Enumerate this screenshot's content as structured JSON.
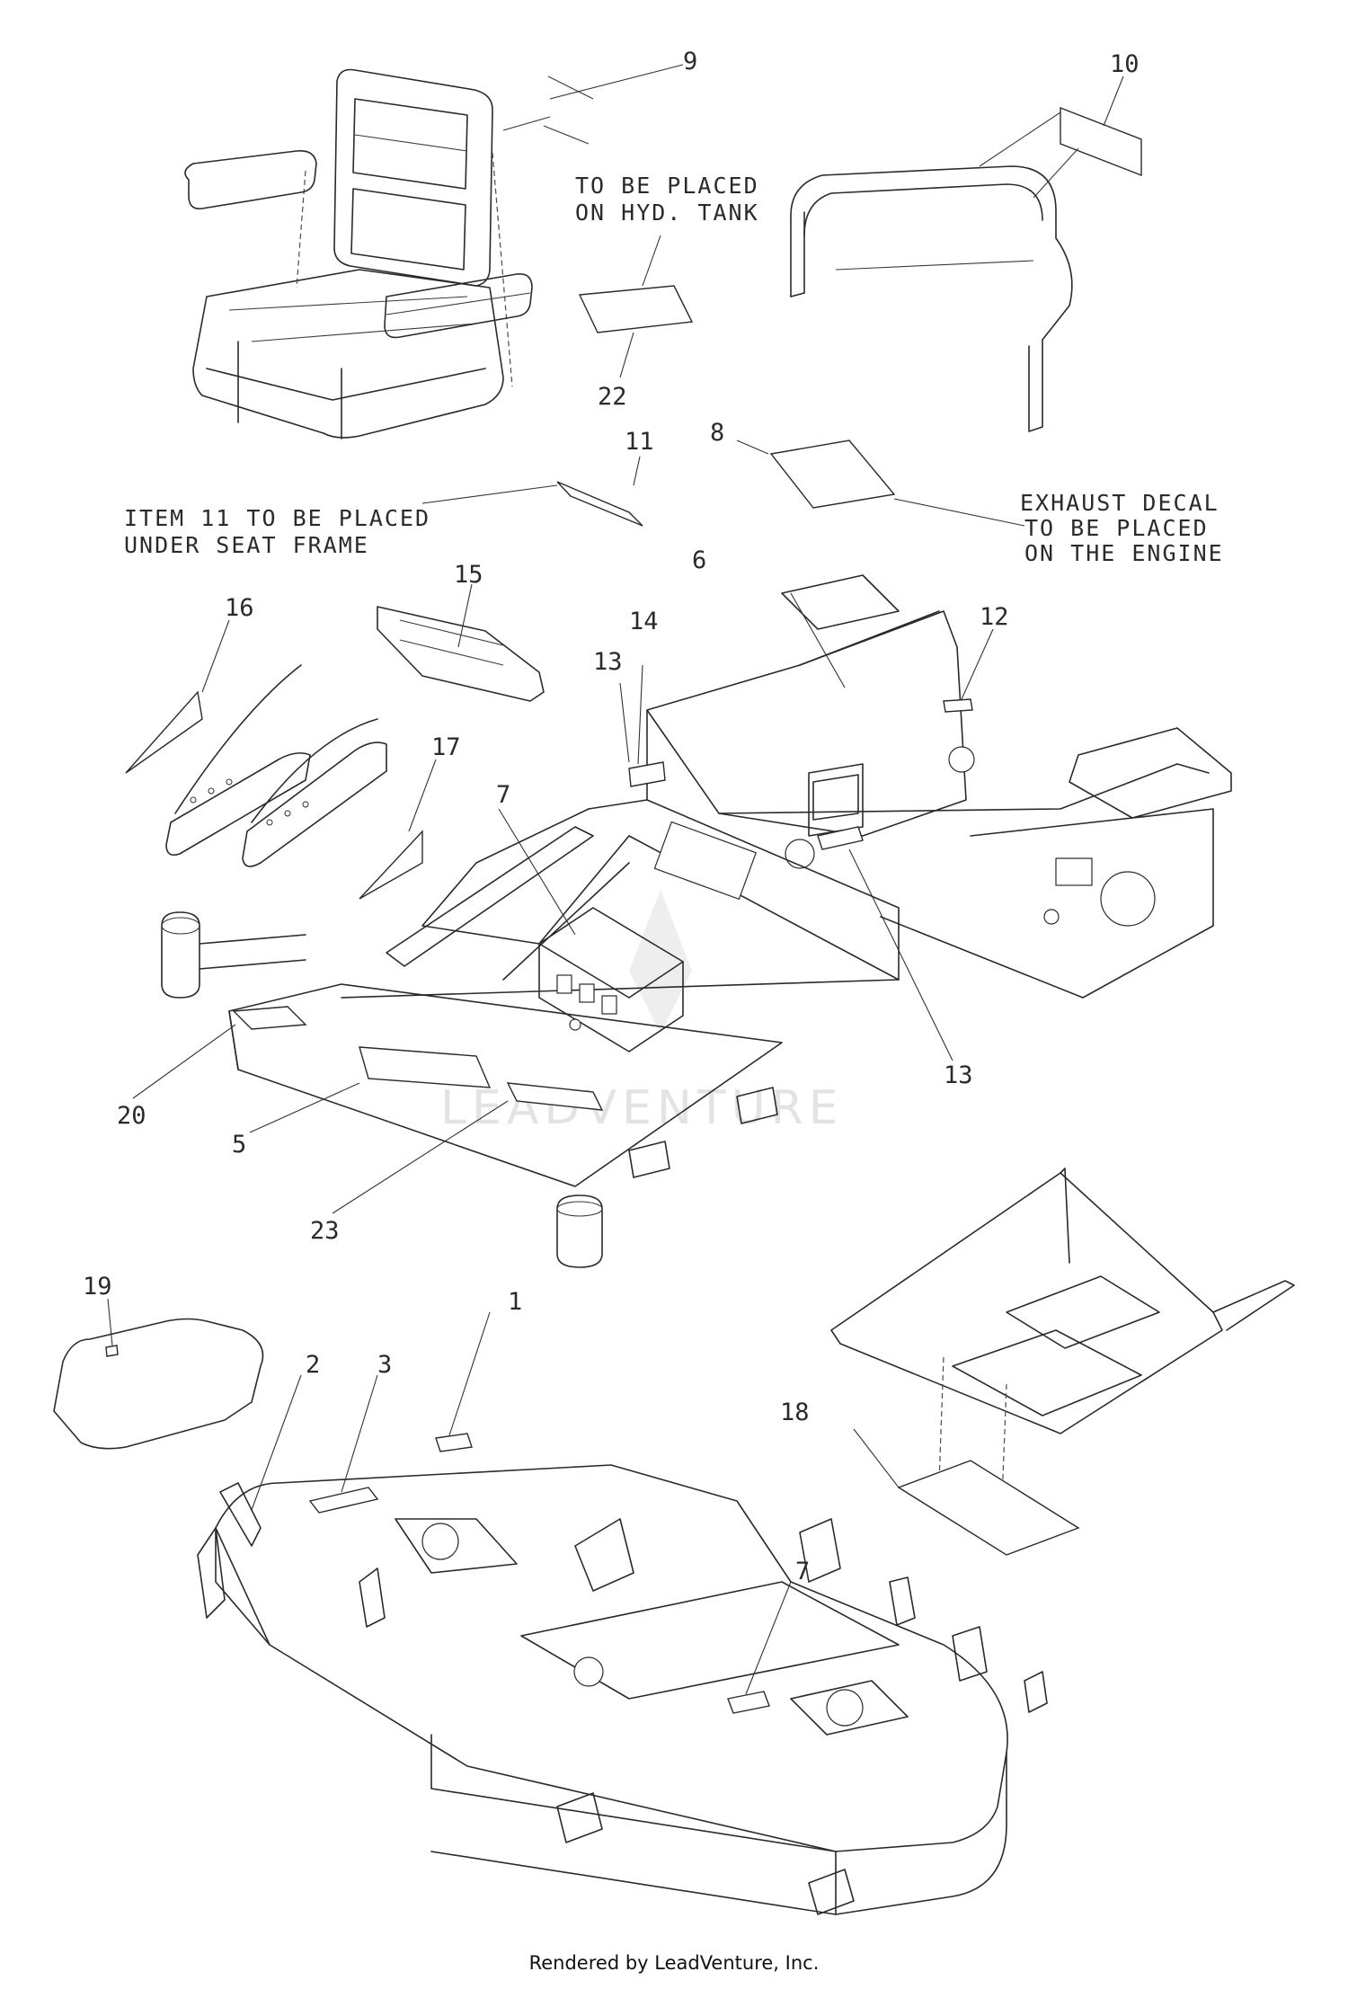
{
  "callouts": {
    "c1": "1",
    "c2": "2",
    "c3": "3",
    "c5": "5",
    "c6": "6",
    "c7": "7",
    "c7b": "7",
    "c8": "8",
    "c9": "9",
    "c10": "10",
    "c11": "11",
    "c12": "12",
    "c13a": "13",
    "c13b": "13",
    "c14": "14",
    "c15": "15",
    "c16": "16",
    "c17": "17",
    "c18": "18",
    "c19": "19",
    "c20": "20",
    "c22": "22",
    "c23": "23"
  },
  "notes": {
    "tank_line1": "TO BE PLACED",
    "tank_line2": "ON HYD. TANK",
    "seat_line1": "ITEM 11 TO BE PLACED",
    "seat_line2": "UNDER SEAT FRAME",
    "exhaust_line1": "EXHAUST DECAL",
    "exhaust_line2": "TO BE PLACED",
    "exhaust_line3": "ON THE ENGINE"
  },
  "watermark": "LEADVENTURE",
  "footer": "Rendered by LeadVenture, Inc."
}
